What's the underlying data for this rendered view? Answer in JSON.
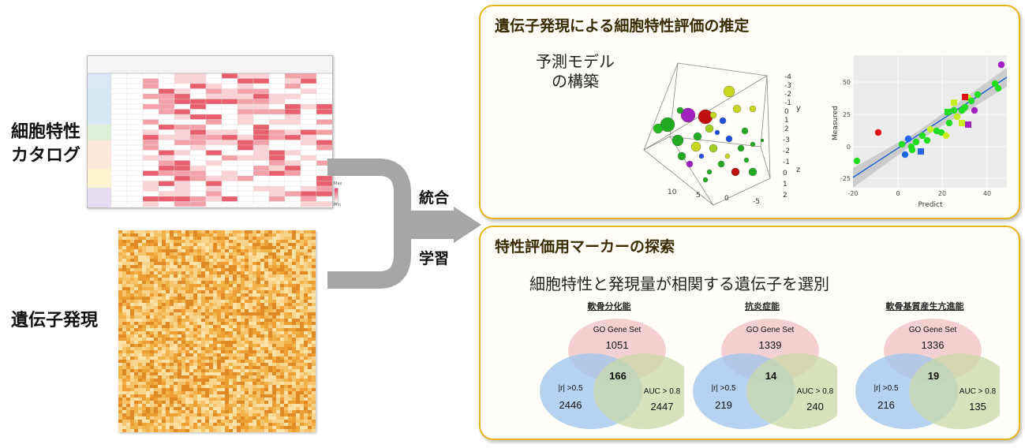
{
  "left": {
    "catalog_label_line1": "細胞特性",
    "catalog_label_line2": "カタログ",
    "expression_label": "遺伝子発現"
  },
  "arrow": {
    "integrate": "統合",
    "learn": "学習"
  },
  "legend": {
    "max": "Max",
    "min": "Min"
  },
  "panel_top": {
    "title": "遺伝子発現による細胞特性評価の推定",
    "model_line1": "予測モデル",
    "model_line2": "の構築",
    "plot3d_axes": {
      "y_ticks": [
        "-4",
        "-3",
        "-2",
        "-1",
        "0",
        "1",
        "2"
      ],
      "z_ticks": [
        "-3",
        "-2",
        "-1",
        "0",
        "1",
        "2"
      ],
      "x_ticks": [
        "10",
        "5",
        "0",
        "-5"
      ],
      "y_label": "y",
      "z_label": "z"
    },
    "scatter": {
      "xlabel": "Predict",
      "ylabel": "Measured",
      "x_ticks": [
        "-20",
        "0",
        "20",
        "40"
      ],
      "y_ticks": [
        "50",
        "25",
        "0",
        "-25"
      ]
    }
  },
  "panel_bottom": {
    "title": "特性評価用マーカーの探索",
    "subtitle": "細胞特性と発現量が相関する遺伝子を選別",
    "venns": [
      {
        "title": "軟骨分化能",
        "top_label": "GO Gene Set",
        "top_count": "1051",
        "left_label": "|r| >0.5",
        "left_count": "2446",
        "right_label": "AUC > 0.8",
        "right_count": "2447",
        "center": "166"
      },
      {
        "title": "抗炎症能",
        "top_label": "GO Gene Set",
        "top_count": "1339",
        "left_label": "|r| >0.5",
        "left_count": "219",
        "right_label": "AUC > 0.8",
        "right_count": "240",
        "center": "14"
      },
      {
        "title": "軟骨基質産生亢進能",
        "top_label": "GO Gene Set",
        "top_count": "1336",
        "left_label": "|r| >0.5",
        "left_count": "216",
        "right_label": "AUC > 0.8",
        "right_count": "135",
        "center": "19"
      }
    ]
  },
  "colors": {
    "panel_border": "#e6b319",
    "arrow_gray": "#a6a6a6",
    "venn_top": "#f2c9c9",
    "venn_left": "#9dc3ef",
    "venn_right": "#c9d8a8",
    "regression_line": "#1f5fd6"
  }
}
